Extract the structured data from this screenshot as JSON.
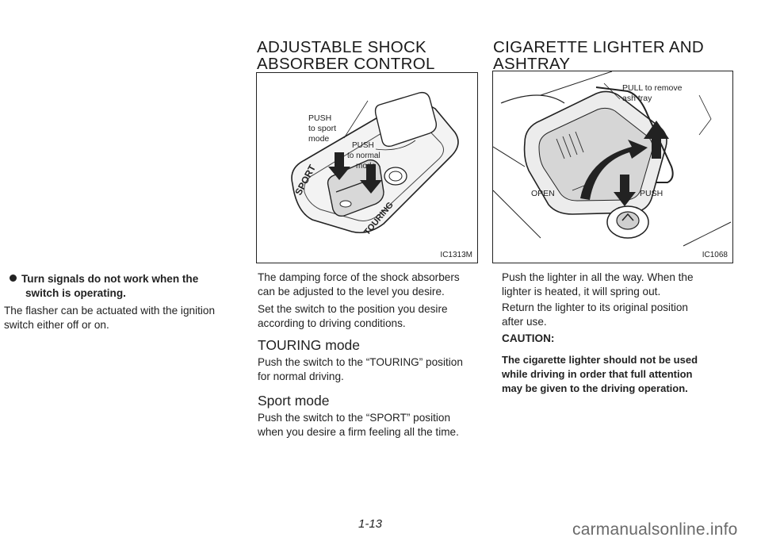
{
  "left_column": {
    "warning_heading_line1": "Turn signals do not work when the",
    "warning_heading_line2": "switch is operating.",
    "paragraph_line1": "The flasher can be actuated with the ignition",
    "paragraph_line2": "switch either off or on."
  },
  "middle_column": {
    "title_line1": "ADJUSTABLE SHOCK",
    "title_line2": "ABSORBER CONTROL",
    "figure": {
      "code": "IC1313M",
      "push_sport_l1": "PUSH",
      "push_sport_l2": "to sport",
      "push_sport_l3": "mode",
      "push_normal_l1": "PUSH",
      "push_normal_l2": "to normal",
      "push_normal_l3": "mode",
      "sport_label": "SPORT",
      "touring_label": "TOURING"
    },
    "p1_line1": "The damping force of the shock absorbers",
    "p1_line2": "can be adjusted to the level you desire.",
    "p2_line1": "Set the switch to the position you desire",
    "p2_line2": "according to driving conditions.",
    "touring_heading": "TOURING mode",
    "touring_line1": "Push the switch to the “TOURING” position",
    "touring_line2": "for normal driving.",
    "sport_heading": "Sport mode",
    "sport_line1": "Push the switch to the “SPORT” position",
    "sport_line2": "when you desire a firm feeling all the time."
  },
  "right_column": {
    "title_line1": "CIGARETTE LIGHTER AND",
    "title_line2": "ASHTRAY",
    "figure": {
      "code": "IC1068",
      "pull_l1": "PULL to remove",
      "pull_l2": "ash tray",
      "open_label": "OPEN",
      "push_label": "PUSH"
    },
    "p1_line1": "Push the lighter in all the way. When the",
    "p1_line2": "lighter is heated, it will spring out.",
    "p2_line1": "Return the lighter to its original position",
    "p2_line2": "after use.",
    "caution_label": "CAUTION:",
    "caution_line1": "The cigarette lighter should not be used",
    "caution_line2": "while driving in order that full attention",
    "caution_line3": "may be given to the driving operation."
  },
  "page_number": "1-13",
  "watermark": "carmanualsonline.info"
}
